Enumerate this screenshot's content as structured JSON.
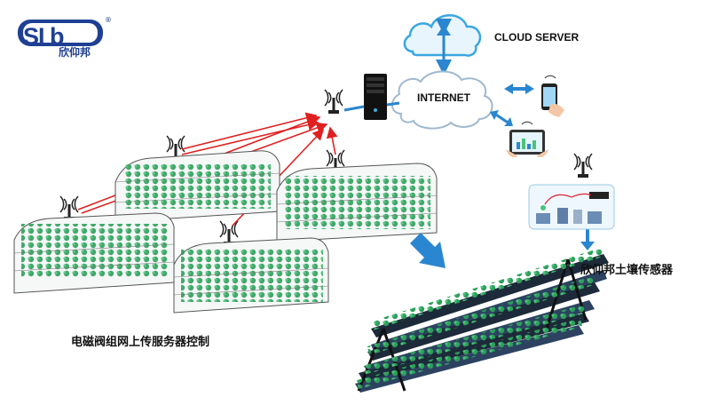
{
  "logo": {
    "text": "SI b",
    "chinese": "欣仰邦",
    "registered": "®",
    "brand_color": "#1e3f93"
  },
  "labels": {
    "cloud_server": "CLOUD SERVER",
    "internet": "INTERNET",
    "soil_sensor": "欣仰邦土壤传感器",
    "valve_control": "电磁阀组网上传服务器控制"
  },
  "colors": {
    "link_red": "#e02020",
    "arrow_blue": "#2a86d0",
    "cloud_outline": "#3aa7e0",
    "greenhouse_frame": "#555555",
    "plant_green": "#2e9e5b",
    "rack_dark": "#1d2a3a"
  },
  "icons": [
    "cloud-icon",
    "server-icon",
    "antenna-icon",
    "phone-icon",
    "tablet-icon",
    "sensor-icon",
    "greenhouse-icon",
    "hydroponic-rack-icon"
  ]
}
